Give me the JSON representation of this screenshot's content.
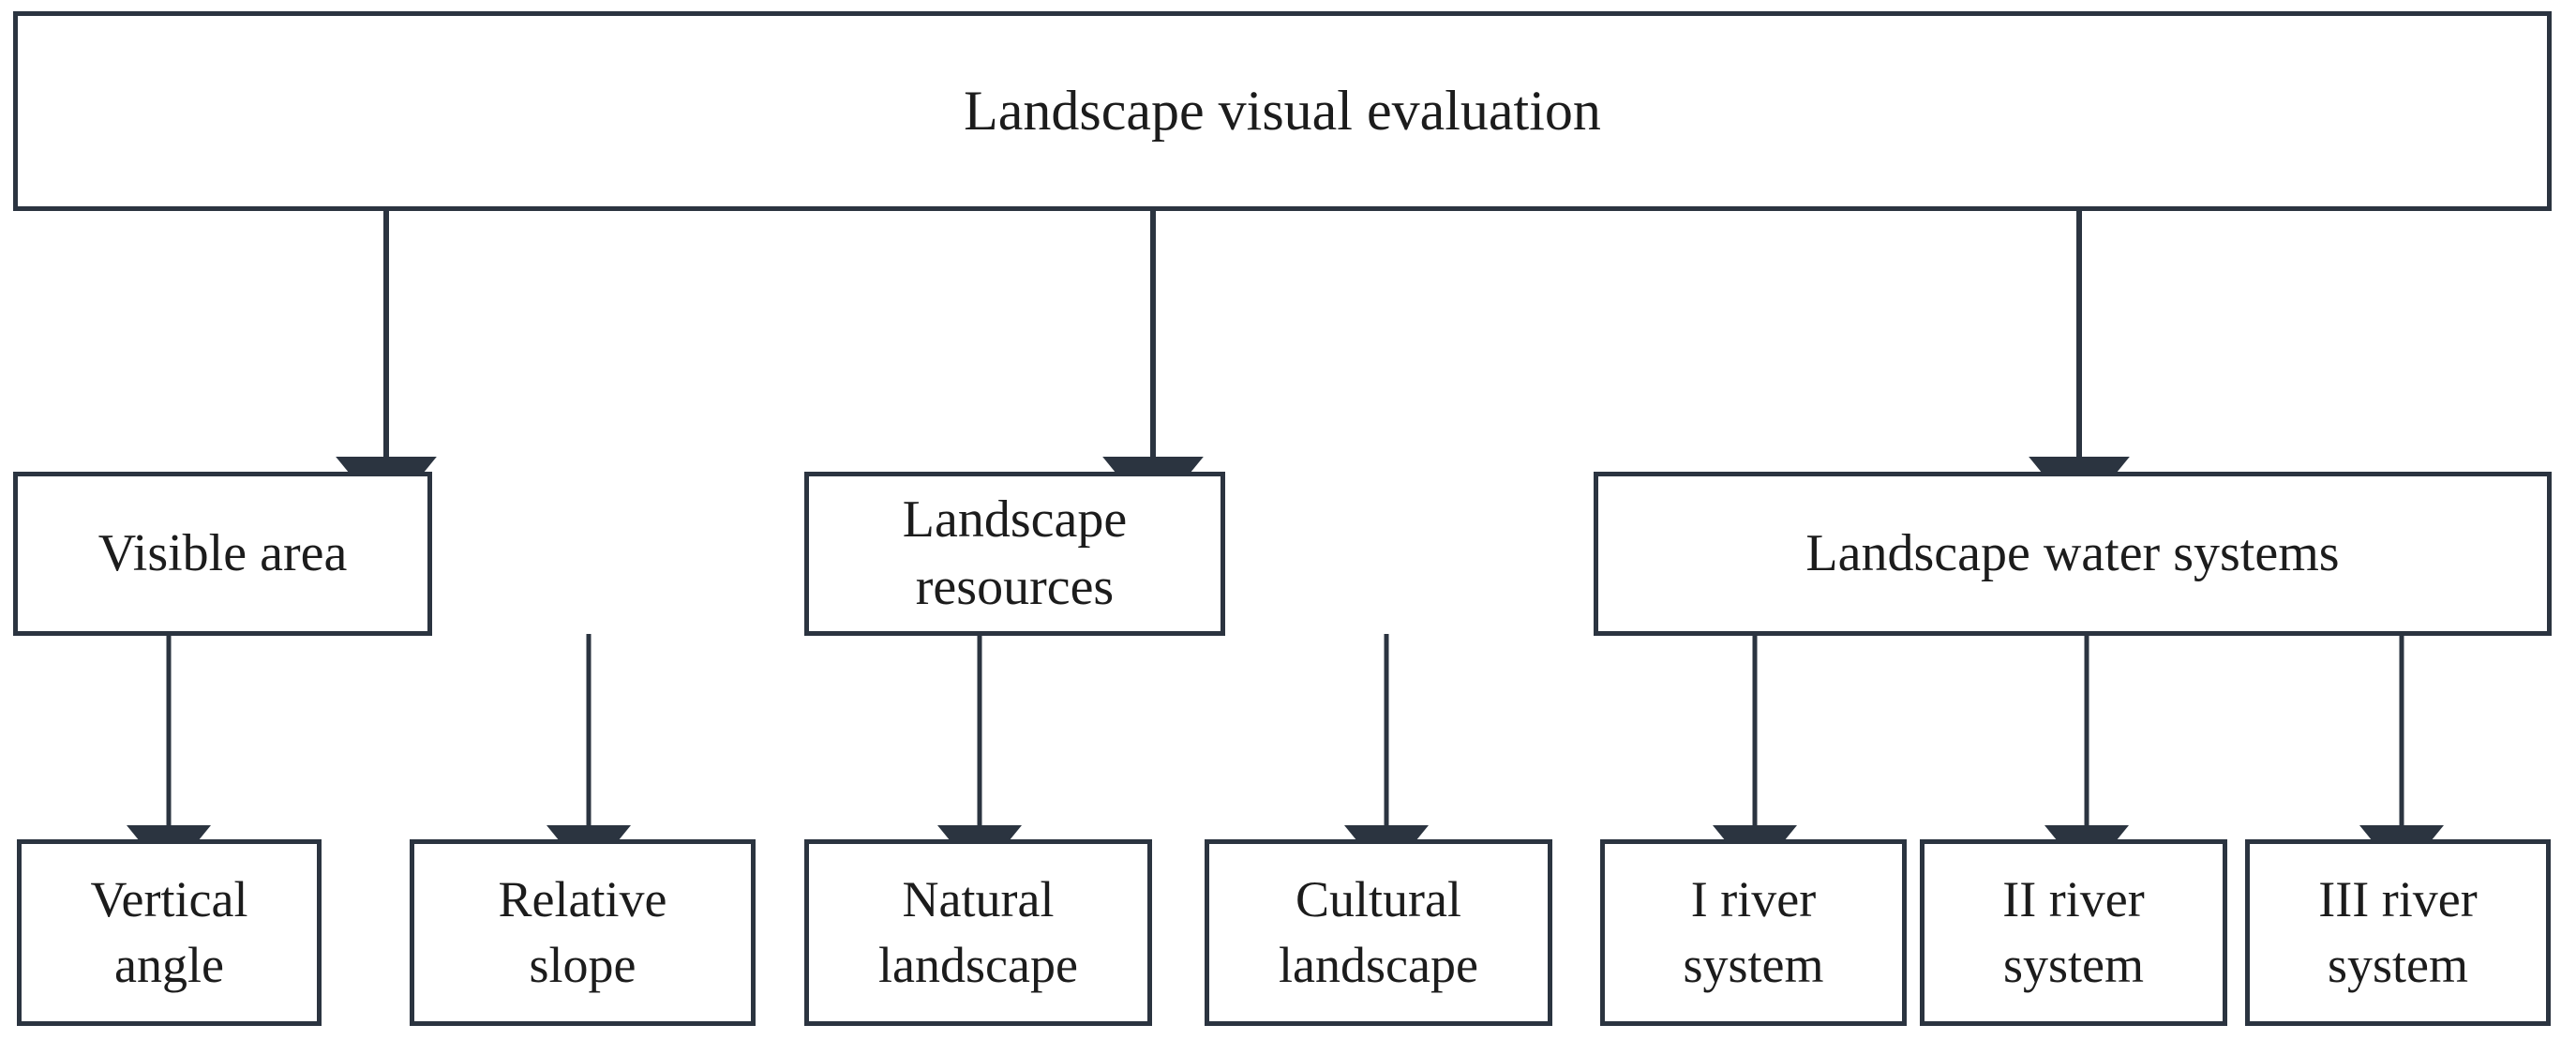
{
  "diagram": {
    "type": "hierarchy-flowchart",
    "orientation": "top-down",
    "style": {
      "border_color": "#2b3440",
      "box_fill": "#ffffff",
      "background": "#ffffff",
      "text_color": "#1c1c1c",
      "arrow_color": "#2b3440"
    },
    "levels": [
      {
        "level": 1,
        "nodes": [
          {
            "id": "root",
            "label": "Landscape visual evaluation"
          }
        ]
      },
      {
        "level": 2,
        "nodes": [
          {
            "id": "visible-area",
            "label": "Visible area"
          },
          {
            "id": "landscape-resources",
            "label": "Landscape resources"
          },
          {
            "id": "landscape-water-systems",
            "label": "Landscape water systems"
          }
        ]
      },
      {
        "level": 3,
        "nodes": [
          {
            "id": "vertical-angle",
            "label": "Vertical\nangle"
          },
          {
            "id": "relative-slope",
            "label": "Relative\nslope"
          },
          {
            "id": "natural-landscape",
            "label": "Natural\nlandscape"
          },
          {
            "id": "cultural-landscape",
            "label": "Cultural\nlandscape"
          },
          {
            "id": "river-system-1",
            "label": "I river\nsystem"
          },
          {
            "id": "river-system-2",
            "label": "II river\nsystem"
          },
          {
            "id": "river-system-3",
            "label": "III river\nsystem"
          }
        ]
      }
    ],
    "edges": [
      {
        "from": "root",
        "to": "visible-area"
      },
      {
        "from": "root",
        "to": "landscape-resources"
      },
      {
        "from": "root",
        "to": "landscape-water-systems"
      },
      {
        "from": "visible-area",
        "to": "vertical-angle"
      },
      {
        "from": "visible-area",
        "to": "relative-slope"
      },
      {
        "from": "landscape-resources",
        "to": "natural-landscape"
      },
      {
        "from": "landscape-resources",
        "to": "cultural-landscape"
      },
      {
        "from": "landscape-water-systems",
        "to": "river-system-1"
      },
      {
        "from": "landscape-water-systems",
        "to": "river-system-2"
      },
      {
        "from": "landscape-water-systems",
        "to": "river-system-3"
      }
    ]
  }
}
